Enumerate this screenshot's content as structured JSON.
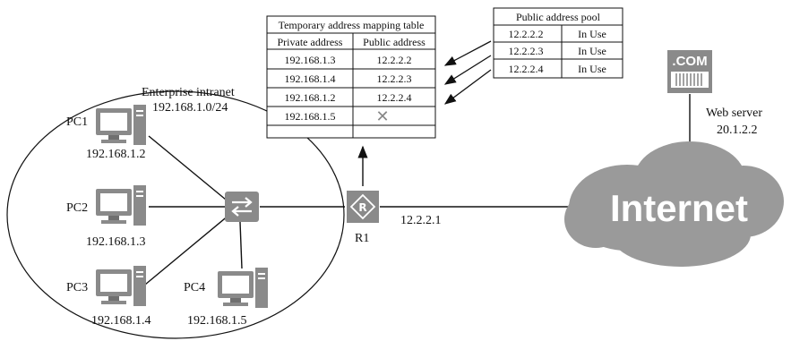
{
  "mapping_table": {
    "title": "Temporary address mapping table",
    "headers": [
      "Private address",
      "Public address"
    ],
    "rows": [
      {
        "private": "192.168.1.3",
        "public": "12.2.2.2"
      },
      {
        "private": "192.168.1.4",
        "public": "12.2.2.3"
      },
      {
        "private": "192.168.1.2",
        "public": "12.2.2.4"
      },
      {
        "private": "192.168.1.5",
        "public": "✕"
      }
    ]
  },
  "pool": {
    "title": "Public address pool",
    "rows": [
      {
        "address": "12.2.2.2",
        "status": "In Use"
      },
      {
        "address": "12.2.2.3",
        "status": "In Use"
      },
      {
        "address": "12.2.2.4",
        "status": "In Use"
      }
    ]
  },
  "intranet": {
    "name": "Enterprise intranet",
    "subnet": "192.168.1.0/24"
  },
  "pcs": [
    {
      "name": "PC1",
      "ip": "192.168.1.2"
    },
    {
      "name": "PC2",
      "ip": "192.168.1.3"
    },
    {
      "name": "PC3",
      "ip": "192.168.1.4"
    },
    {
      "name": "PC4",
      "ip": "192.168.1.5"
    }
  ],
  "router": {
    "name": "R1",
    "wan_ip": "12.2.2.1",
    "icon_glyph": "R"
  },
  "internet": {
    "label": "Internet"
  },
  "web_server": {
    "badge": ".COM",
    "name": "Web server",
    "ip": "20.1.2.2"
  },
  "colors": {
    "device": "#8a8a8a",
    "device_dark": "#6f6f6f",
    "cloud": "#9a9a9a",
    "line": "#111111"
  }
}
